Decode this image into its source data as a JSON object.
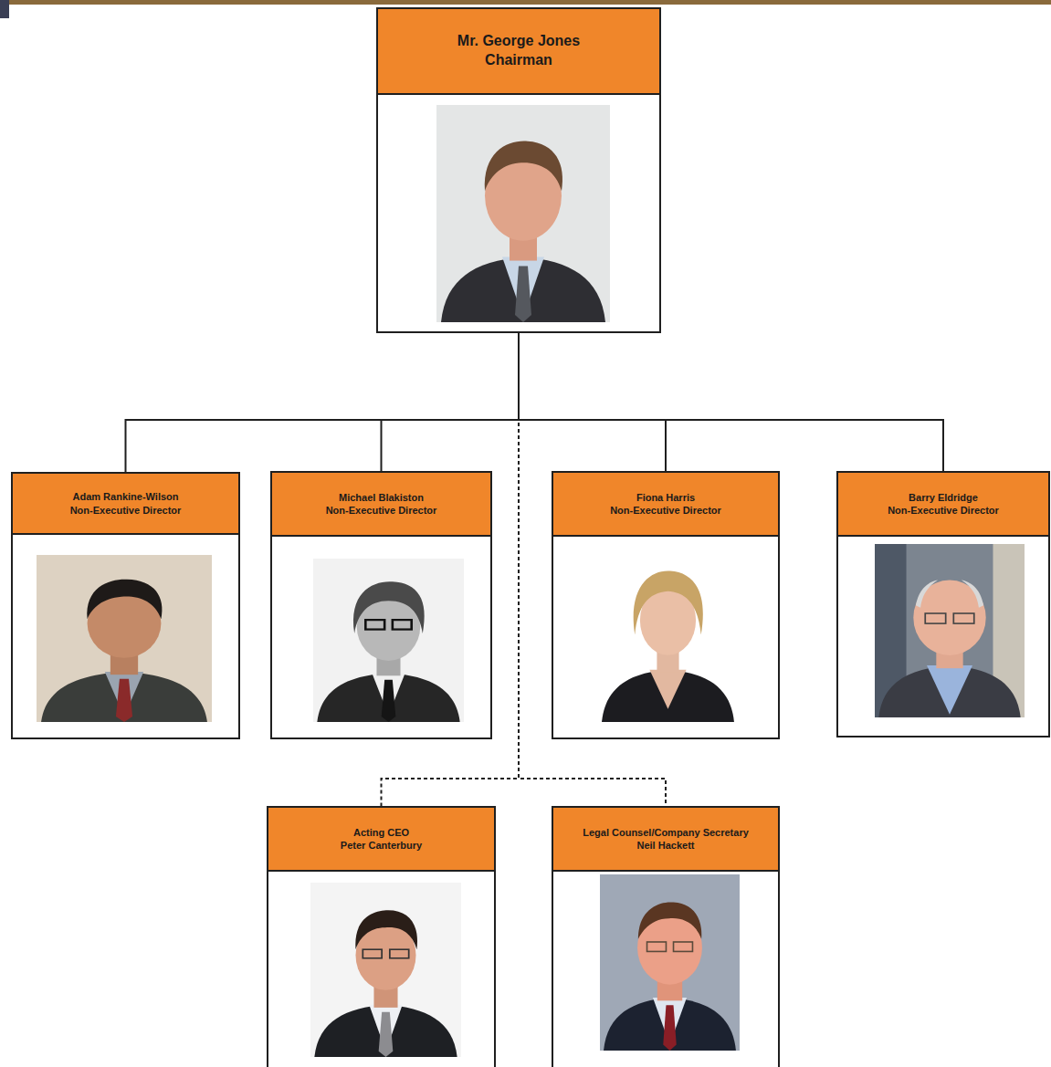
{
  "diagram": {
    "nodes": [
      {
        "text": [
          "Mr. George Jones",
          "Chairman"
        ]
      },
      {
        "text": [
          "Adam Rankine-Wilson",
          "Non-Executive Director"
        ]
      },
      {
        "text": [
          "Michael Blakiston",
          "Non-Executive Director"
        ]
      },
      {
        "text": [
          "Fiona Harris",
          "Non-Executive Director"
        ]
      },
      {
        "text": [
          "Barry Eldridge",
          "Non-Executive Director"
        ]
      },
      {
        "text": [
          "Acting CEO",
          "Peter Canterbury"
        ]
      },
      {
        "text": [
          "Legal Counsel/Company Secretary",
          "Neil Hackett"
        ]
      }
    ],
    "edges": [
      {
        "from": 0,
        "to": 1,
        "arrow": "none"
      },
      {
        "from": 0,
        "to": 2,
        "arrow": "none"
      },
      {
        "from": 0,
        "to": 3,
        "arrow": "none"
      },
      {
        "from": 0,
        "to": 4,
        "arrow": "none"
      },
      {
        "from": 0,
        "to": 5,
        "arrow": "none"
      },
      {
        "from": 0,
        "to": 6,
        "arrow": "none"
      }
    ]
  }
}
